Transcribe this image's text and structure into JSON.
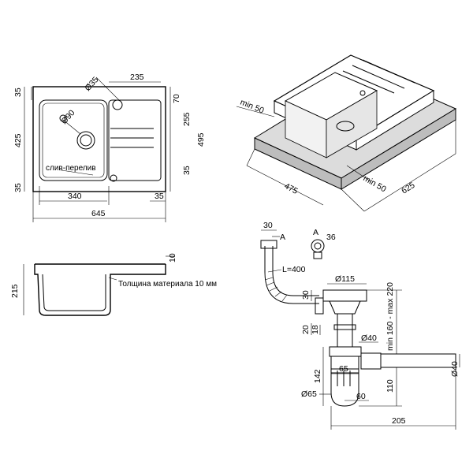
{
  "top_view": {
    "dims": {
      "d35_top": "35",
      "d235": "235",
      "d_phi35": "Ø35",
      "d70": "70",
      "d255": "255",
      "d495": "495",
      "d425": "425",
      "d_phi90": "Ø90",
      "d35_right": "35",
      "d35_left": "35",
      "d340": "340",
      "d35_bottom": "35",
      "d645": "645"
    },
    "overflow_label": "слив-перелив"
  },
  "iso_view": {
    "dims": {
      "min50_a": "min 50",
      "min50_b": "min 50",
      "d475": "475",
      "d625": "625"
    }
  },
  "section_view": {
    "dims": {
      "d10": "10",
      "d215": "215"
    },
    "thickness_label": "Толщина материала 10 мм"
  },
  "siphon_view": {
    "dims": {
      "d30_top": "30",
      "label_A_top": "A",
      "label_A": "A",
      "d36": "36",
      "L400": "L=400",
      "d30": "30",
      "phi115": "Ø115",
      "d220": "min 160 - max 220",
      "d20": "20",
      "d18": "18",
      "phi40": "Ø40",
      "d65": "65",
      "d142": "142",
      "d110": "110",
      "phi65": "Ø65",
      "d60": "60",
      "d205": "205",
      "phi40_right": "Ø40"
    }
  }
}
